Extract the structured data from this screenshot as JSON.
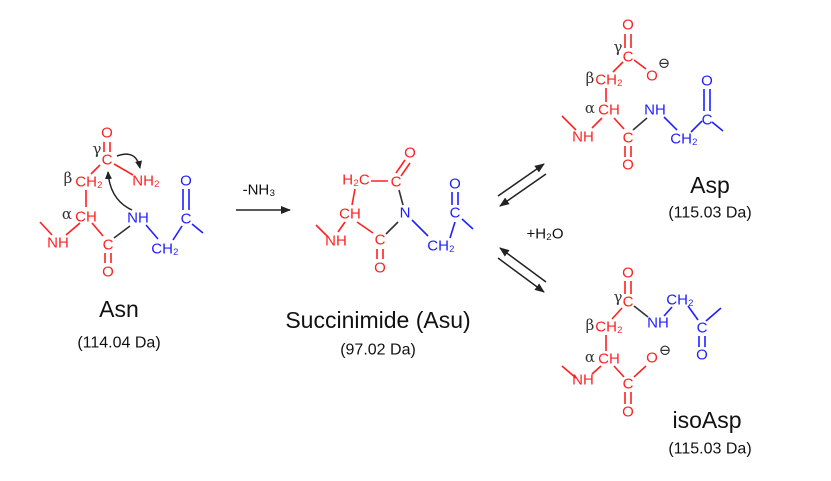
{
  "colors": {
    "red": "#ff2020",
    "blue": "#2020ff",
    "black": "#333333"
  },
  "structures": {
    "asn": {
      "name": "Asn",
      "mass": "(114.04 Da)",
      "atoms": [
        "O",
        "γ",
        "C",
        "NH₂",
        "β",
        "CH₂",
        "α",
        "CH",
        "NH",
        "C",
        "O",
        "NH",
        "C",
        "O",
        "CH₂"
      ]
    },
    "asu": {
      "name": "Succinimide (Asu)",
      "mass": "(97.02 Da)",
      "atoms": [
        "O",
        "H₂C",
        "C",
        "CH",
        "N",
        "C",
        "O",
        "NH",
        "C",
        "O",
        "CH₂"
      ]
    },
    "asp": {
      "name": "Asp",
      "mass": "(115.03 Da)",
      "atoms": [
        "O",
        "γ",
        "C",
        "O",
        "⊖",
        "β",
        "CH₂",
        "α",
        "CH",
        "NH",
        "C",
        "O",
        "NH",
        "C",
        "O",
        "CH₂"
      ]
    },
    "isoasp": {
      "name": "isoAsp",
      "mass": "(115.03 Da)",
      "atoms": [
        "O",
        "γ",
        "C",
        "CH₂",
        "NH",
        "C",
        "O",
        "β",
        "CH₂",
        "α",
        "CH",
        "O",
        "⊖",
        "NH",
        "C",
        "O"
      ]
    }
  },
  "reagents": {
    "deamidation": "-NH₃",
    "hydrolysis": "+H₂O"
  }
}
